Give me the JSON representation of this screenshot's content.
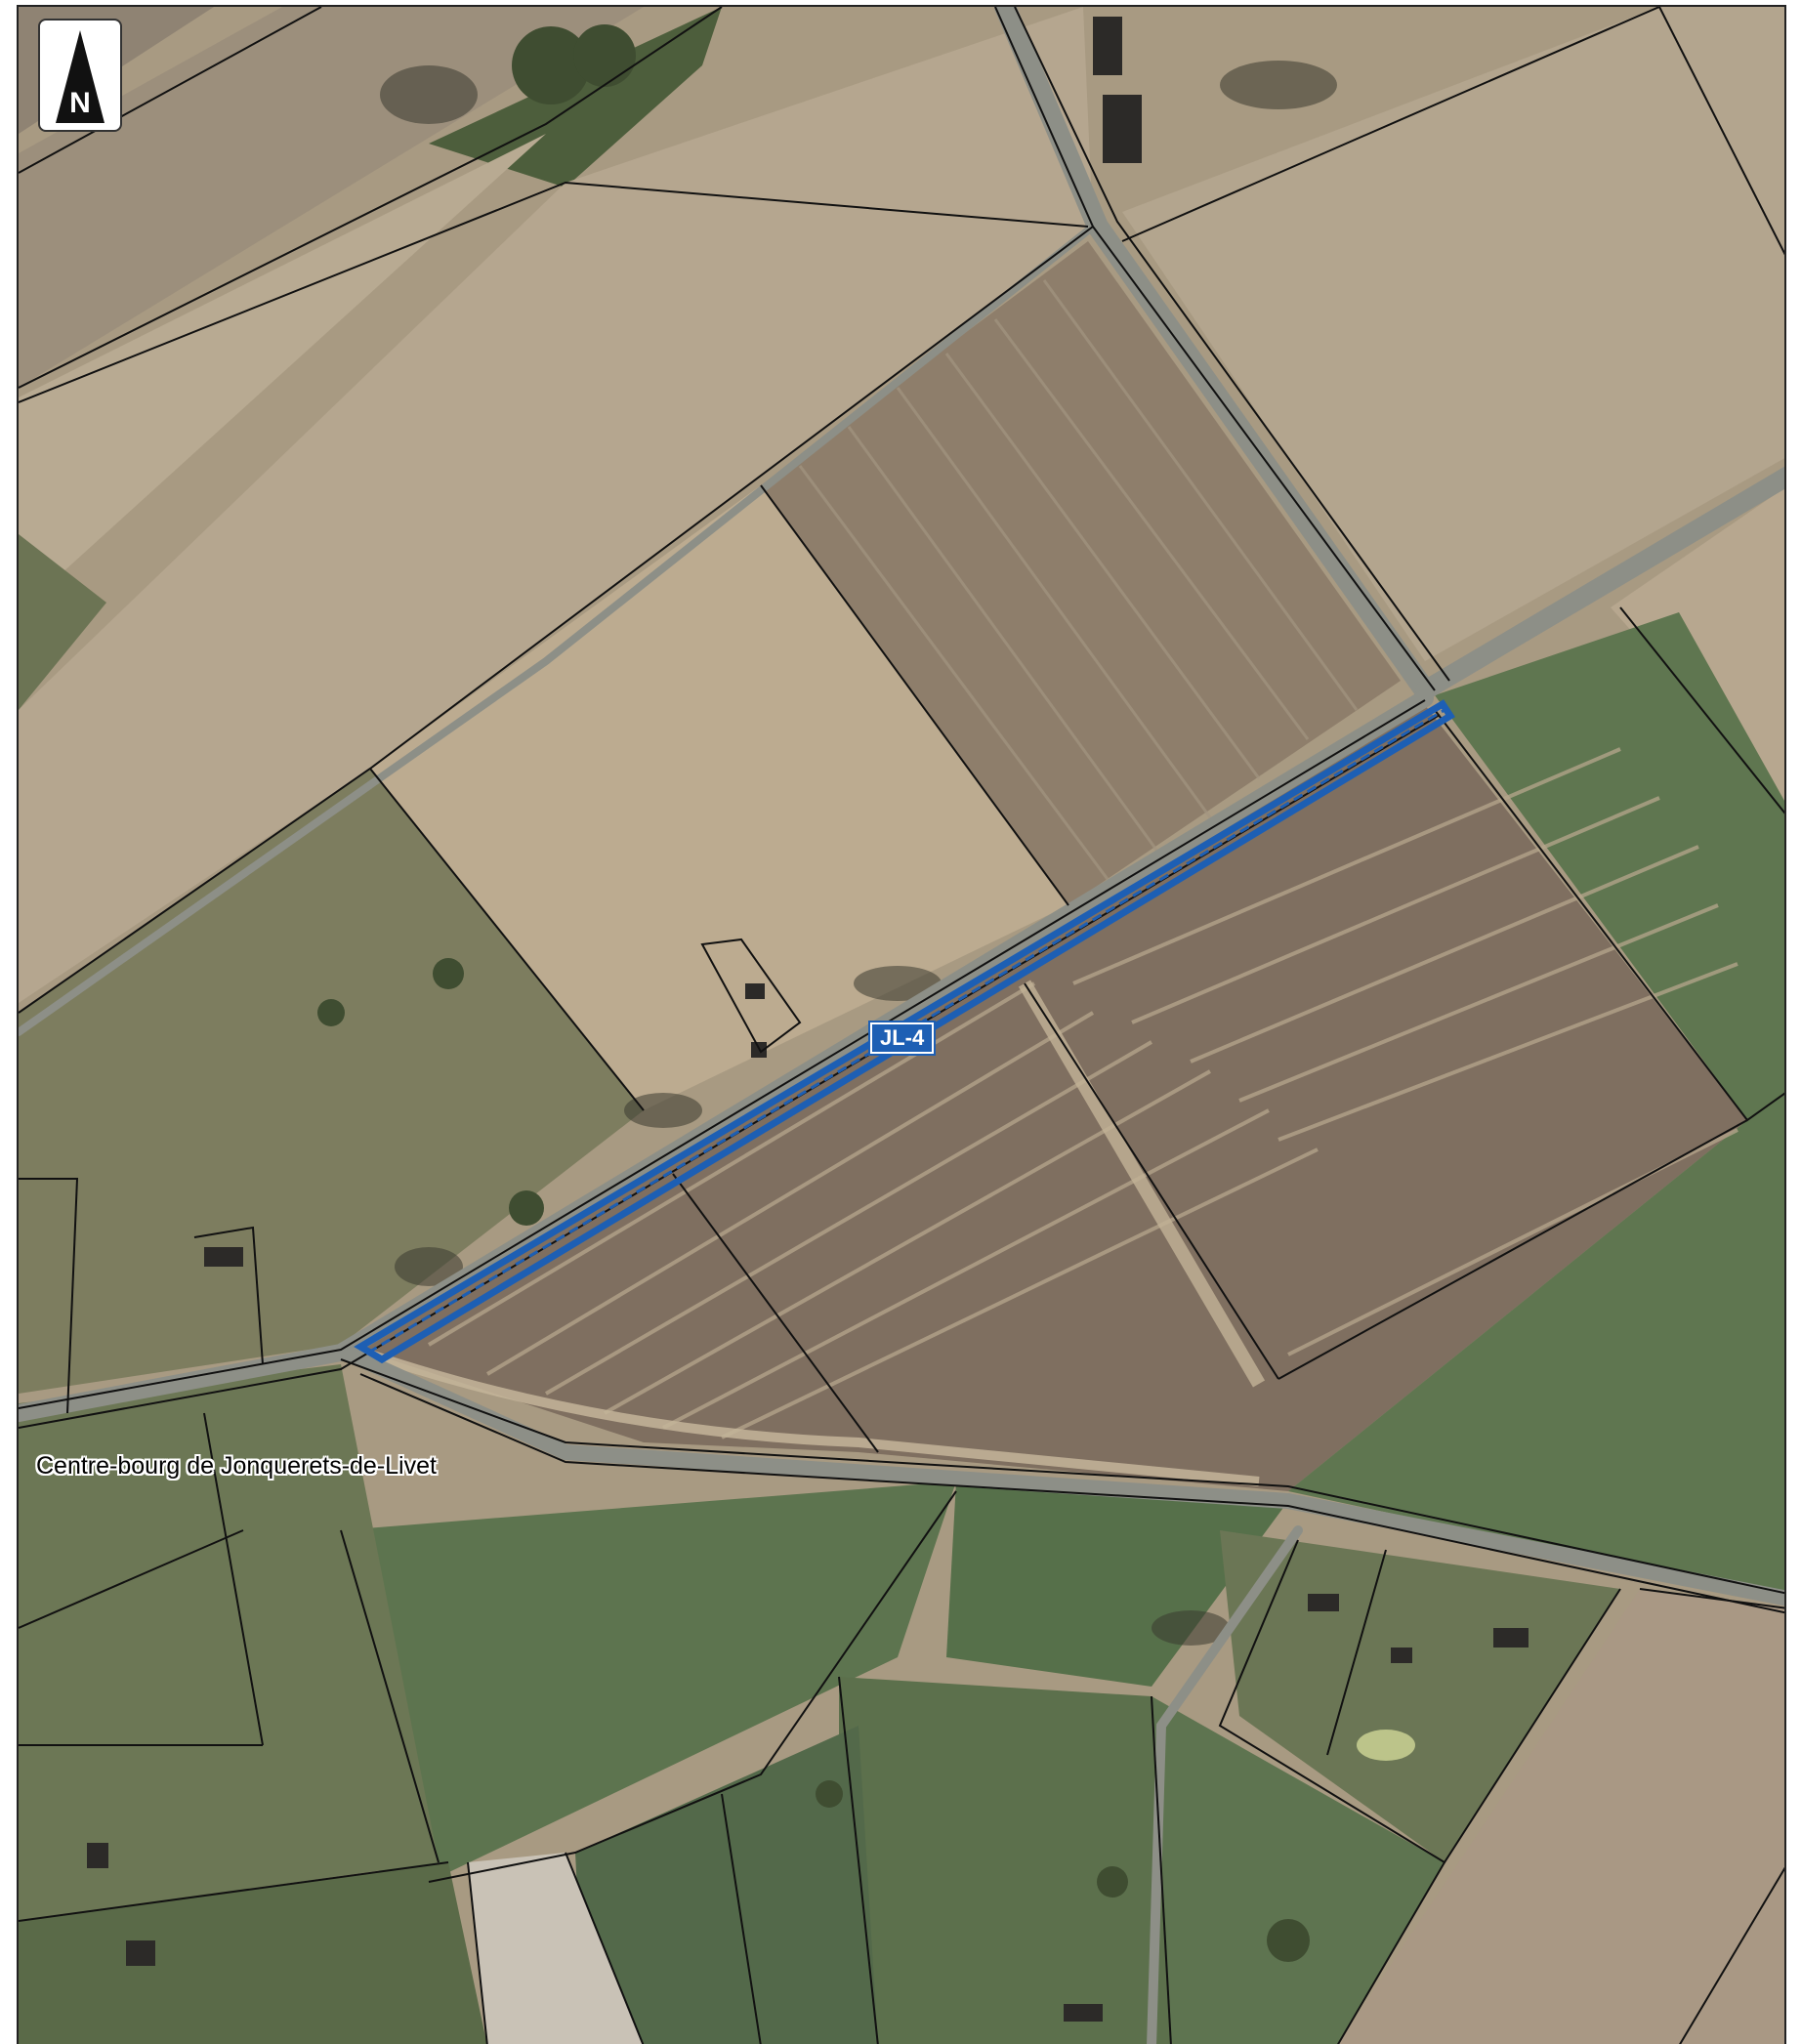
{
  "map": {
    "north_arrow": {
      "letter": "N",
      "icon": "north-arrow-icon"
    },
    "locality_label": "Centre-bourg de Jonquerets-de-Livet",
    "route": {
      "label": "JL-4",
      "color": "#1d5fb4"
    },
    "colors": {
      "pale_field": "#b9a98f",
      "tilled_field": "#8a7866",
      "pasture": "#647a52",
      "dark_pasture": "#526a45",
      "road": "#8f9189",
      "parcel_line": "#111111"
    }
  }
}
